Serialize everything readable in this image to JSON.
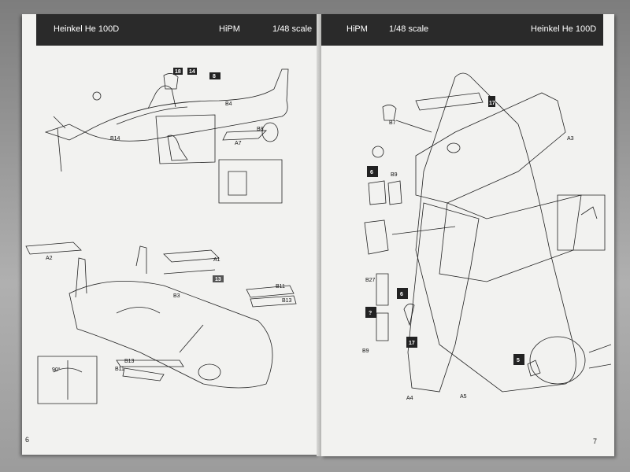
{
  "left_page": {
    "header": {
      "model": "Heinkel He 100D",
      "brand": "HiPM",
      "scale": "1/48 scale"
    },
    "page_number": "6",
    "callouts_top": [
      "18",
      "14",
      "8",
      "B4",
      "B8",
      "A7",
      "B14"
    ],
    "callouts_bottom": [
      "A2",
      "A1",
      "13",
      "B11",
      "B13",
      "B3",
      "B13",
      "B11",
      "90°"
    ]
  },
  "right_page": {
    "header": {
      "brand": "HiPM",
      "scale": "1/48 scale",
      "model": "Heinkel He 100D"
    },
    "page_number": "7",
    "callouts": [
      "B7",
      "17",
      "A3",
      "6",
      "B9",
      "B27",
      "6",
      "?",
      "B9",
      "17",
      "5",
      "A4",
      "A5"
    ]
  }
}
